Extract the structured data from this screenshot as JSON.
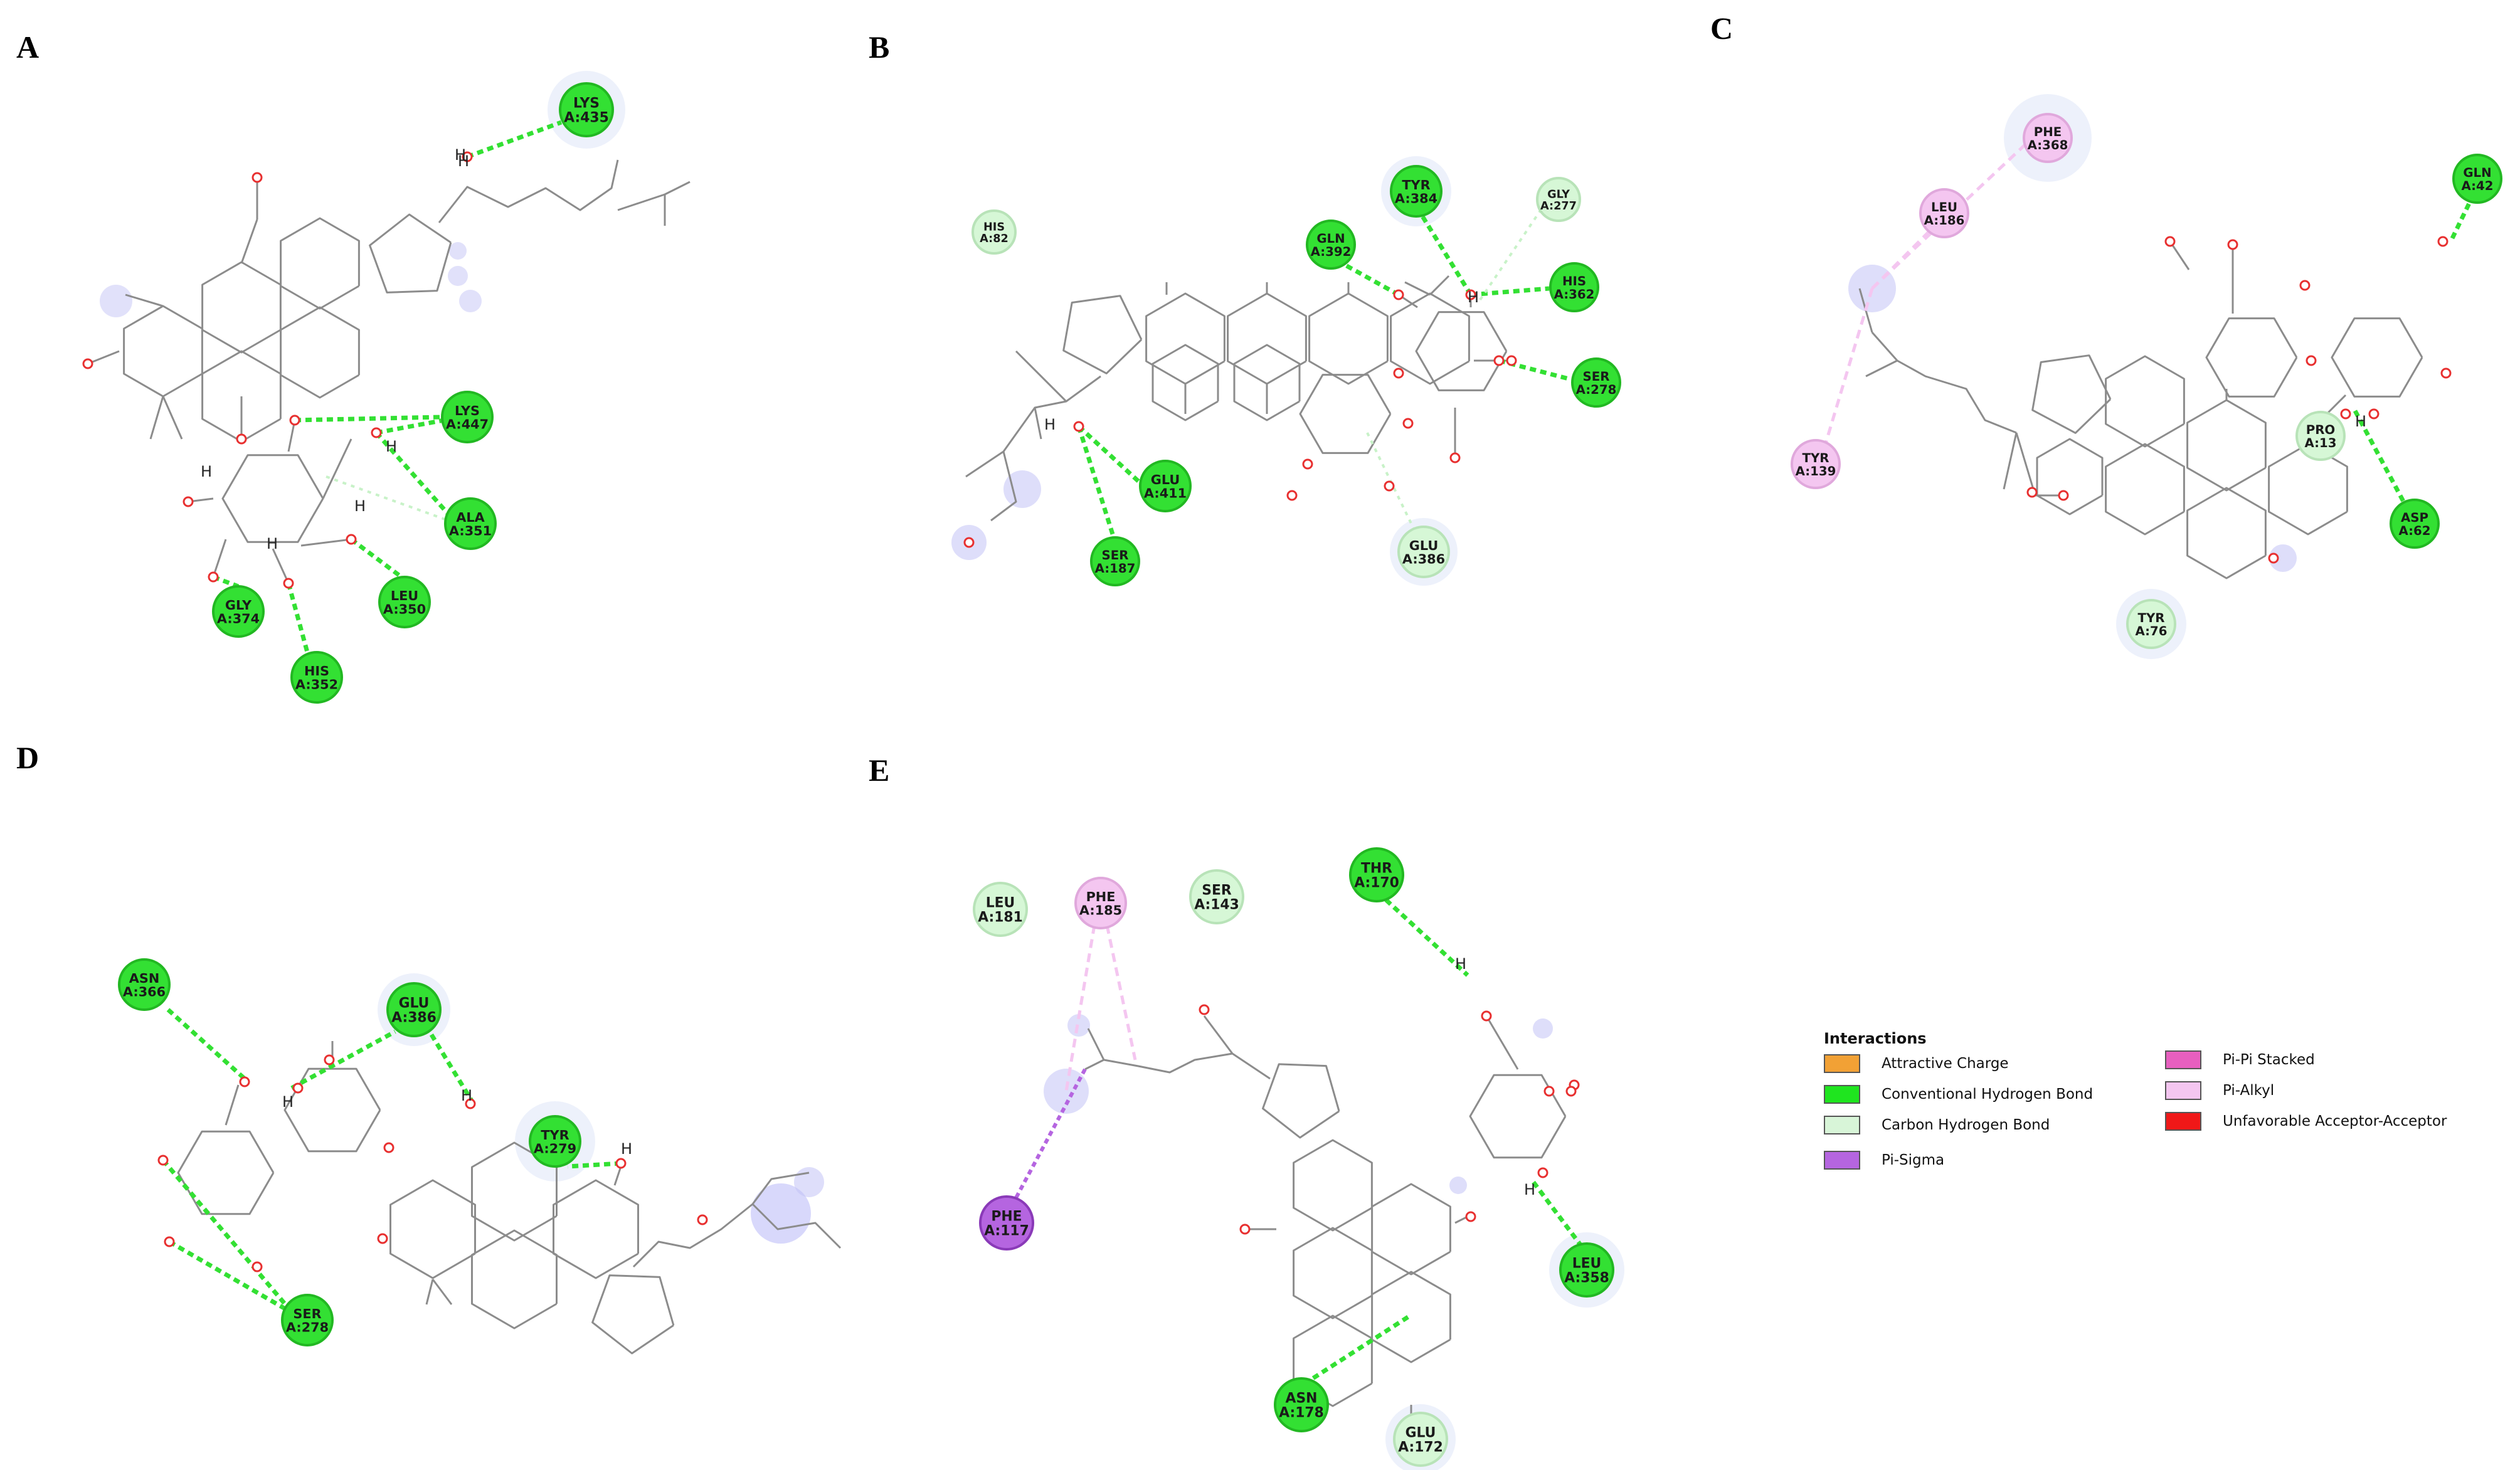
{
  "panels": [
    {
      "label": "A",
      "residues": [
        {
          "name": "LYS",
          "id": "A:435",
          "kind": "conv"
        },
        {
          "name": "LYS",
          "id": "A:447",
          "kind": "conv"
        },
        {
          "name": "ALA",
          "id": "A:351",
          "kind": "conv"
        },
        {
          "name": "LEU",
          "id": "A:350",
          "kind": "conv"
        },
        {
          "name": "GLY",
          "id": "A:374",
          "kind": "conv"
        },
        {
          "name": "HIS",
          "id": "A:352",
          "kind": "conv"
        }
      ]
    },
    {
      "label": "B",
      "residues": [
        {
          "name": "HIS",
          "id": "A:82",
          "kind": "ch"
        },
        {
          "name": "GLN",
          "id": "A:392",
          "kind": "conv"
        },
        {
          "name": "TYR",
          "id": "A:384",
          "kind": "conv"
        },
        {
          "name": "GLY",
          "id": "A:277",
          "kind": "ch"
        },
        {
          "name": "HIS",
          "id": "A:362",
          "kind": "conv"
        },
        {
          "name": "SER",
          "id": "A:278",
          "kind": "conv"
        },
        {
          "name": "GLU",
          "id": "A:411",
          "kind": "conv"
        },
        {
          "name": "SER",
          "id": "A:187",
          "kind": "conv"
        },
        {
          "name": "GLU",
          "id": "A:386",
          "kind": "ch"
        }
      ]
    },
    {
      "label": "C",
      "residues": [
        {
          "name": "PHE",
          "id": "A:368",
          "kind": "pialkyl"
        },
        {
          "name": "LEU",
          "id": "A:186",
          "kind": "pialkyl"
        },
        {
          "name": "GLN",
          "id": "A:42",
          "kind": "conv"
        },
        {
          "name": "TYR",
          "id": "A:139",
          "kind": "pialkyl"
        },
        {
          "name": "PRO",
          "id": "A:13",
          "kind": "ch"
        },
        {
          "name": "ASP",
          "id": "A:62",
          "kind": "conv"
        },
        {
          "name": "TYR",
          "id": "A:76",
          "kind": "ch"
        }
      ]
    },
    {
      "label": "D",
      "residues": [
        {
          "name": "ASN",
          "id": "A:366",
          "kind": "conv"
        },
        {
          "name": "GLU",
          "id": "A:386",
          "kind": "conv"
        },
        {
          "name": "TYR",
          "id": "A:279",
          "kind": "conv"
        },
        {
          "name": "SER",
          "id": "A:278",
          "kind": "conv"
        }
      ]
    },
    {
      "label": "E",
      "residues": [
        {
          "name": "LEU",
          "id": "A:181",
          "kind": "ch"
        },
        {
          "name": "PHE",
          "id": "A:185",
          "kind": "pialkyl"
        },
        {
          "name": "SER",
          "id": "A:143",
          "kind": "ch"
        },
        {
          "name": "THR",
          "id": "A:170",
          "kind": "conv"
        },
        {
          "name": "PHE",
          "id": "A:117",
          "kind": "pisigma"
        },
        {
          "name": "LEU",
          "id": "A:358",
          "kind": "conv"
        },
        {
          "name": "ASN",
          "id": "A:178",
          "kind": "conv"
        },
        {
          "name": "GLU",
          "id": "A:172",
          "kind": "ch"
        }
      ]
    }
  ],
  "colors": {
    "conv": "#33e033",
    "ch": "#d6f7d6",
    "pialkyl": "#f4c6f0",
    "pisigma": "#b565e0",
    "bond": "#8c8c8c",
    "oxygen": "#e83030"
  },
  "legend": {
    "title": "Interactions",
    "items": [
      {
        "label": "Attractive Charge",
        "color": "#f2a135"
      },
      {
        "label": "Conventional Hydrogen Bond",
        "color": "#1fe51f"
      },
      {
        "label": "Carbon Hydrogen Bond",
        "color": "#d8f5d8"
      },
      {
        "label": "Pi-Sigma",
        "color": "#b565e0"
      },
      {
        "label": "Pi-Pi Stacked",
        "color": "#e75fbf"
      },
      {
        "label": "Pi-Alkyl",
        "color": "#f4c6f0"
      },
      {
        "label": "Unfavorable Acceptor-Acceptor",
        "color": "#f01818"
      }
    ]
  }
}
